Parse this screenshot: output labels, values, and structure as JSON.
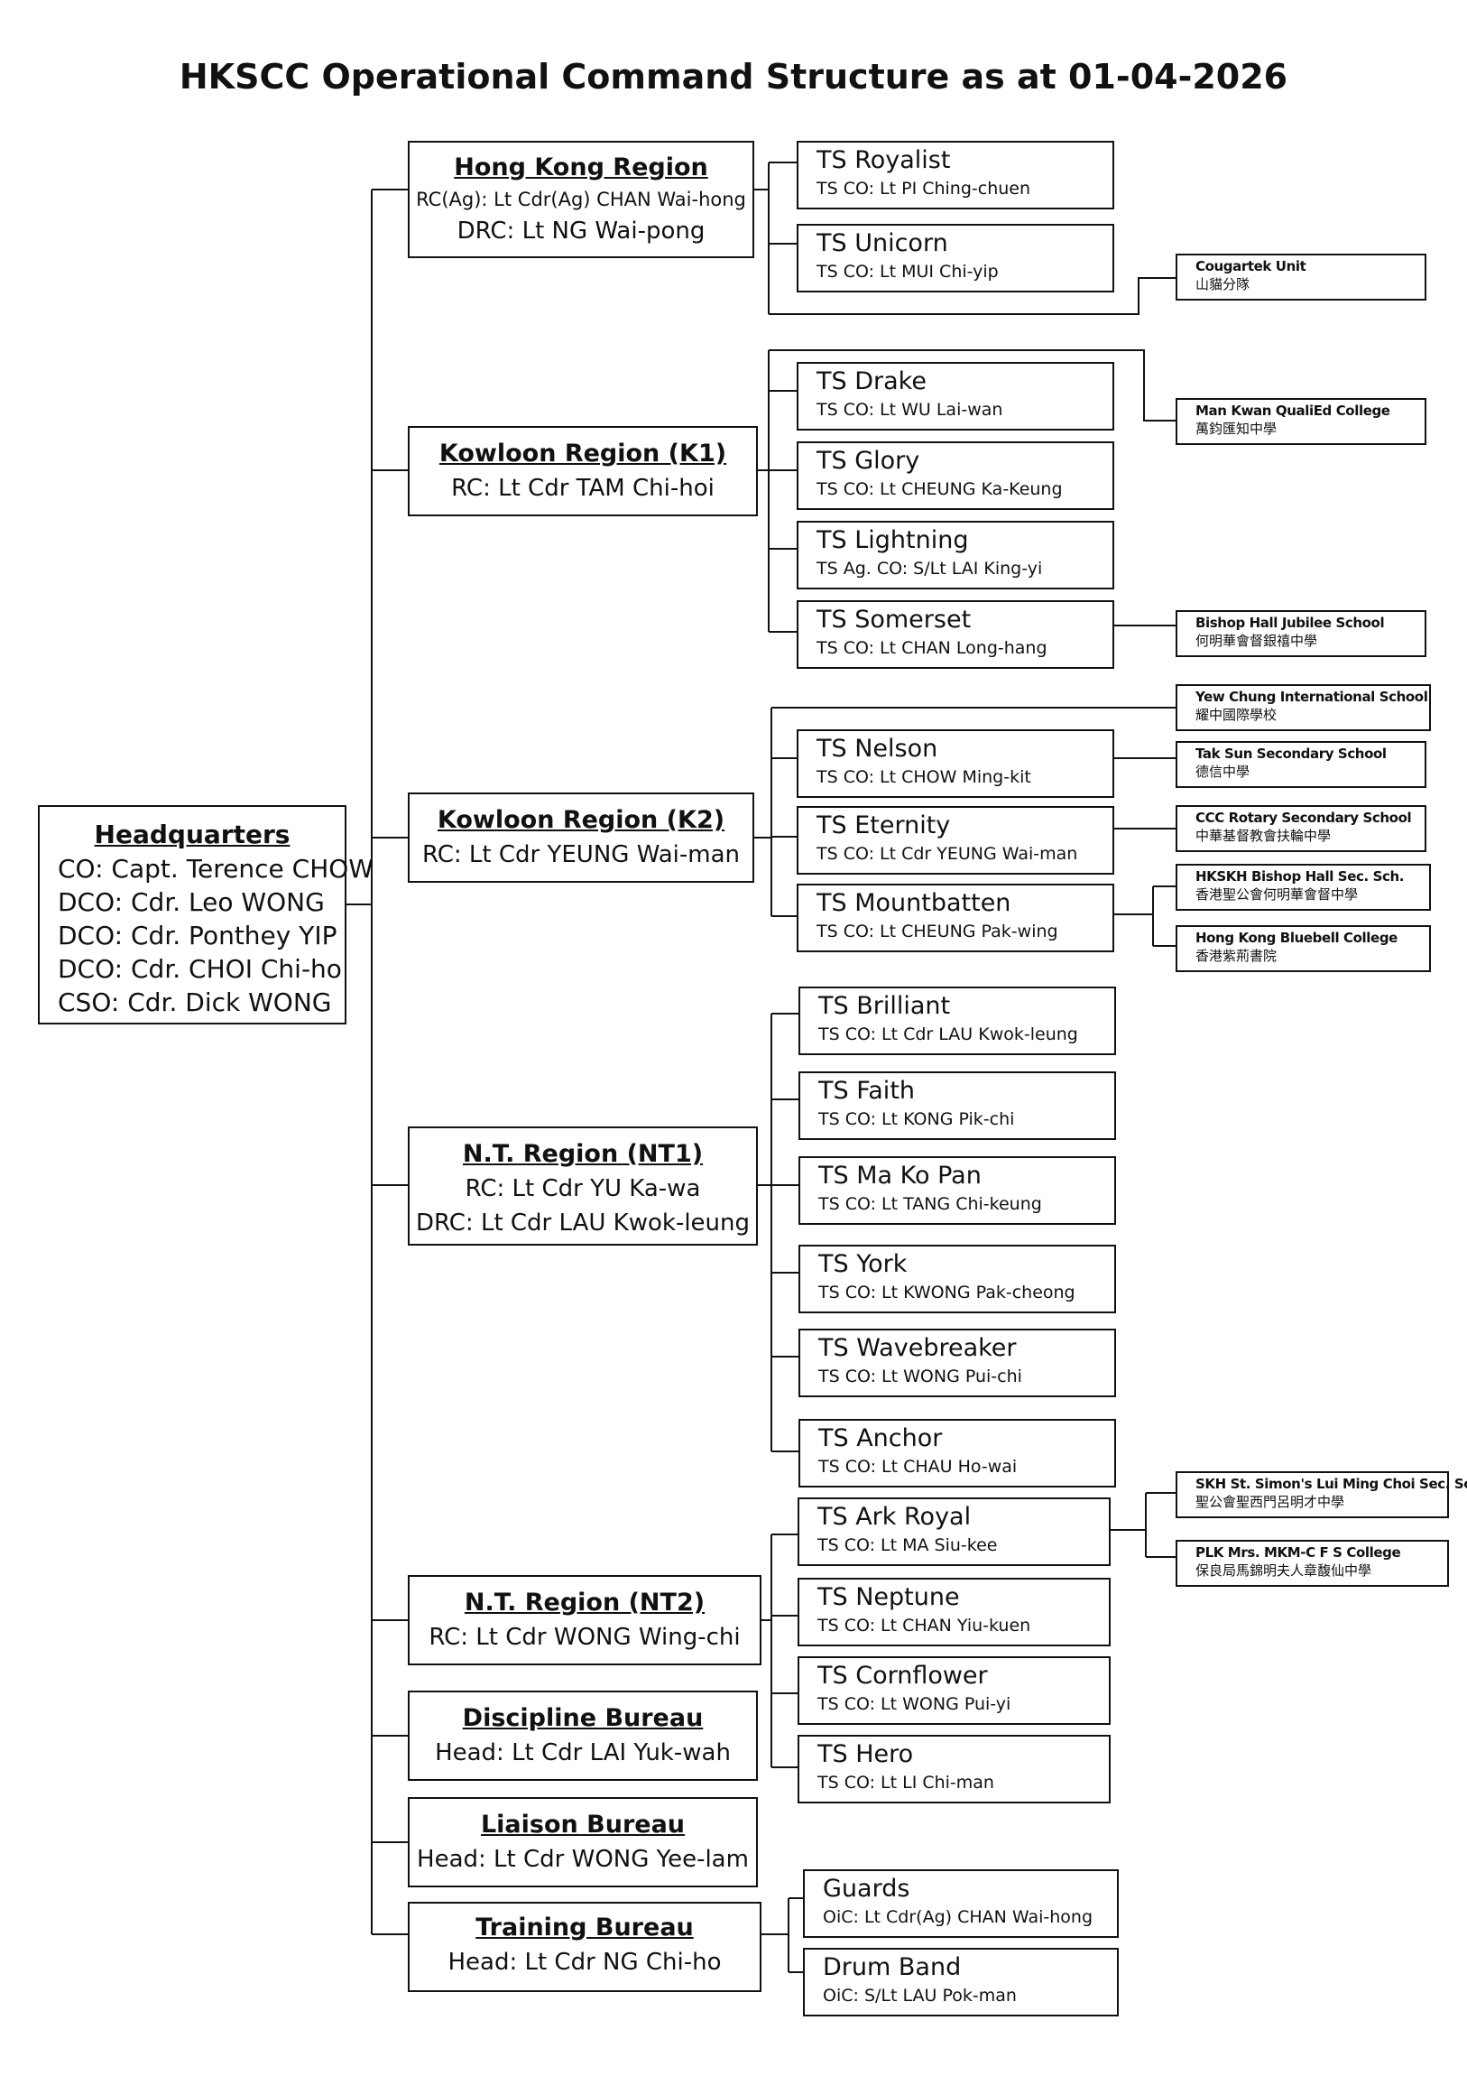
{
  "title": "HKSCC Operational Command Structure as at 01-04-2026",
  "headquarters": {
    "name": "Headquarters",
    "lines": [
      "CO: Capt. Terence CHOW",
      "DCO: Cdr. Leo WONG",
      "DCO: Cdr. Ponthey YIP",
      "DCO: Cdr. CHOI Chi-ho",
      "CSO: Cdr. Dick WONG"
    ]
  },
  "regions": {
    "hk": {
      "name": "Hong Kong Region",
      "lines": [
        "RC(Ag): Lt Cdr(Ag) CHAN Wai-hong",
        "DRC: Lt NG Wai-pong"
      ]
    },
    "k1": {
      "name": "Kowloon Region (K1)",
      "lines": [
        "RC: Lt Cdr TAM Chi-hoi"
      ]
    },
    "k2": {
      "name": "Kowloon Region (K2)",
      "lines": [
        "RC: Lt Cdr YEUNG Wai-man"
      ]
    },
    "nt1": {
      "name": "N.T. Region (NT1)",
      "lines": [
        "RC: Lt Cdr YU Ka-wa",
        "DRC: Lt Cdr LAU Kwok-leung"
      ]
    },
    "nt2": {
      "name": "N.T. Region (NT2)",
      "lines": [
        "RC: Lt Cdr WONG Wing-chi"
      ]
    },
    "discipline": {
      "name": "Discipline Bureau",
      "lines": [
        "Head: Lt Cdr LAI Yuk-wah"
      ]
    },
    "liaison": {
      "name": "Liaison Bureau",
      "lines": [
        "Head: Lt Cdr WONG Yee-lam"
      ]
    },
    "training": {
      "name": "Training Bureau",
      "lines": [
        "Head: Lt Cdr NG Chi-ho"
      ]
    }
  },
  "units": {
    "royalist": {
      "name": "TS Royalist",
      "co": "TS CO: Lt PI Ching-chuen"
    },
    "unicorn": {
      "name": "TS Unicorn",
      "co": "TS CO: Lt MUI Chi-yip"
    },
    "drake": {
      "name": "TS Drake",
      "co": "TS CO: Lt WU Lai-wan"
    },
    "glory": {
      "name": "TS Glory",
      "co": "TS CO: Lt CHEUNG Ka-Keung"
    },
    "lightning": {
      "name": "TS Lightning",
      "co": "TS Ag. CO: S/Lt LAI King-yi"
    },
    "somerset": {
      "name": "TS Somerset",
      "co": "TS CO: Lt CHAN Long-hang"
    },
    "nelson": {
      "name": "TS Nelson",
      "co": "TS CO: Lt CHOW Ming-kit"
    },
    "eternity": {
      "name": "TS Eternity",
      "co": "TS CO: Lt Cdr YEUNG Wai-man"
    },
    "mountbatten": {
      "name": "TS Mountbatten",
      "co": "TS CO: Lt CHEUNG Pak-wing"
    },
    "brilliant": {
      "name": "TS Brilliant",
      "co": "TS CO: Lt Cdr LAU Kwok-leung"
    },
    "faith": {
      "name": "TS Faith",
      "co": "TS CO: Lt KONG Pik-chi"
    },
    "makopan": {
      "name": "TS Ma Ko Pan",
      "co": "TS CO: Lt TANG Chi-keung"
    },
    "york": {
      "name": "TS York",
      "co": "TS CO: Lt KWONG Pak-cheong"
    },
    "wavebreaker": {
      "name": "TS Wavebreaker",
      "co": "TS CO: Lt WONG Pui-chi"
    },
    "anchor": {
      "name": "TS Anchor",
      "co": "TS CO: Lt CHAU Ho-wai"
    },
    "arkroyal": {
      "name": "TS Ark Royal",
      "co": "TS CO: Lt MA Siu-kee"
    },
    "neptune": {
      "name": "TS Neptune",
      "co": "TS CO: Lt CHAN Yiu-kuen"
    },
    "cornflower": {
      "name": "TS Cornflower",
      "co": "TS CO: Lt WONG Pui-yi"
    },
    "hero": {
      "name": "TS Hero",
      "co": "TS CO: Lt LI Chi-man"
    },
    "guards": {
      "name": "Guards",
      "co": "OiC: Lt Cdr(Ag) CHAN Wai-hong"
    },
    "drumband": {
      "name": "Drum Band",
      "co": "OiC: S/Lt LAU Pok-man"
    }
  },
  "schools": {
    "cougartek": {
      "en": "Cougartek Unit",
      "zh": "山貓分隊"
    },
    "mankwan": {
      "en": "Man Kwan QualiEd College",
      "zh": "萬鈞匯知中學"
    },
    "bishophall": {
      "en": "Bishop Hall Jubilee School",
      "zh": "何明華會督銀禧中學"
    },
    "yewchung": {
      "en": "Yew Chung International School",
      "zh": "耀中國際學校"
    },
    "taksun": {
      "en": "Tak Sun Secondary School",
      "zh": "德信中學"
    },
    "cccrotary": {
      "en": "CCC Rotary Secondary School",
      "zh": "中華基督教會扶輪中學"
    },
    "hkskh": {
      "en": "HKSKH Bishop Hall Sec. Sch.",
      "zh": "香港聖公會何明華會督中學"
    },
    "bluebell": {
      "en": "Hong Kong Bluebell College",
      "zh": "香港紫荊書院"
    },
    "skhsimon": {
      "en": "SKH St. Simon's Lui Ming Choi Sec. Sch.",
      "zh": "聖公會聖西門呂明才中學"
    },
    "plk": {
      "en": "PLK Mrs. MKM-C F S College",
      "zh": "保良局馬錦明夫人章馥仙中學"
    }
  }
}
